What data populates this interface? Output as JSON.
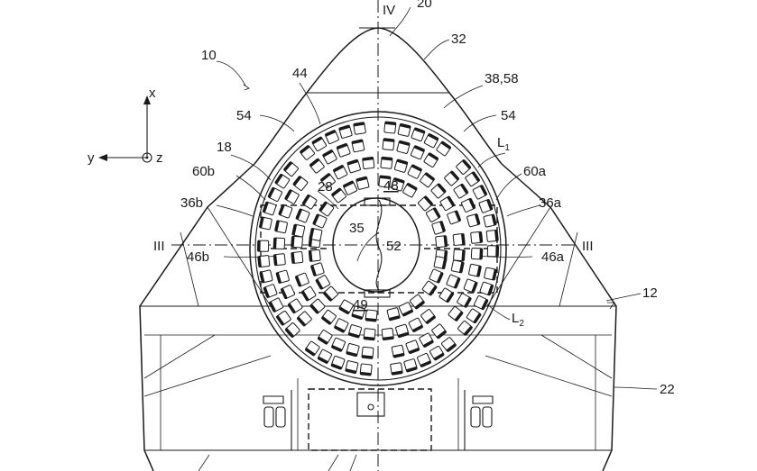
{
  "labels": {
    "fig_iv": "IV",
    "n20": "20",
    "n32": "32",
    "n10": "10",
    "n44": "44",
    "n38_58": "38,58",
    "n54_left": "54",
    "n54_right": "54",
    "axis_x": "x",
    "axis_y": "y",
    "axis_z": "z",
    "n18": "18",
    "l1": "L",
    "l1_sub": "1",
    "n60b": "60b",
    "n60a": "60a",
    "n28": "28",
    "n48": "48",
    "n36b": "36b",
    "n36a": "36a",
    "n35": "35",
    "iii_left": "III",
    "iii_right": "III",
    "n52": "52",
    "n46b": "46b",
    "n46a": "46a",
    "n12": "12",
    "n49": "49",
    "l2": "L",
    "l2_sub": "2",
    "n22": "22"
  }
}
